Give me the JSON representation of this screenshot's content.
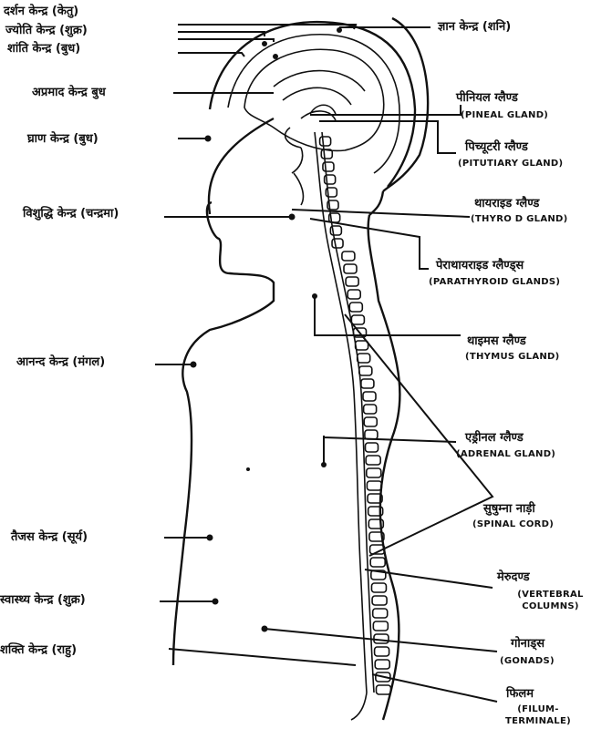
{
  "left_labels": [
    {
      "id": "darshan",
      "text": "दर्शन केन्द्र (केतु)"
    },
    {
      "id": "jyoti",
      "text": "ज्योति केन्द्र (शुक्र)"
    },
    {
      "id": "shanti",
      "text": "शांति केन्द्र (बुध)"
    },
    {
      "id": "apramad",
      "text": "अप्रमाद केन्द्र  बुध"
    },
    {
      "id": "ghran",
      "text": "घ्राण केन्द्र (बुध)"
    },
    {
      "id": "vishuddhi",
      "text": "विशुद्धि केन्द्र (चन्द्रमा)"
    },
    {
      "id": "anand",
      "text": "आनन्द केन्द्र (मंगल)"
    },
    {
      "id": "taijas",
      "text": "तैजस केन्द्र (सूर्य)"
    },
    {
      "id": "swasthya",
      "text": "स्वास्थ्य केन्द्र (शुक्र)"
    },
    {
      "id": "shakti",
      "text": "शक्ति केन्द्र (राहु)"
    }
  ],
  "right_labels": [
    {
      "id": "gyan",
      "hi": "ज्ञान केन्द्र (शनि)",
      "en": ""
    },
    {
      "id": "pineal",
      "hi": "पीनियल ग्लैण्ड",
      "en": "(PINEAL GLAND)"
    },
    {
      "id": "pituitary",
      "hi": "पिच्यूटरी ग्लैण्ड",
      "en": "(PITUTIARY GLAND)"
    },
    {
      "id": "thyroid",
      "hi": "थायराइड ग्लैण्ड",
      "en": "(THYRO D GLAND)"
    },
    {
      "id": "parathyroid",
      "hi": "पेराथायराइड ग्लैण्ड्स",
      "en": "(PARATHYROID GLANDS)"
    },
    {
      "id": "thymus",
      "hi": "थाइमस ग्लैण्ड",
      "en": "(THYMUS GLAND)"
    },
    {
      "id": "adrenal",
      "hi": "एड्रीनल ग्लैण्ड",
      "en": "(ADRENAL GLAND)"
    },
    {
      "id": "spinal",
      "hi": "सुषुम्ना नाड़ी",
      "en": "(SPINAL CORD)"
    },
    {
      "id": "vertebral",
      "hi": "मेरुदण्ड",
      "en": "(VERTEBRAL COLUMNS)"
    },
    {
      "id": "gonads",
      "hi": "गोनाड्स",
      "en": "(GONADS)"
    },
    {
      "id": "filum",
      "hi": "फिलम",
      "en": "(FILUM-TERMINALE)"
    }
  ]
}
